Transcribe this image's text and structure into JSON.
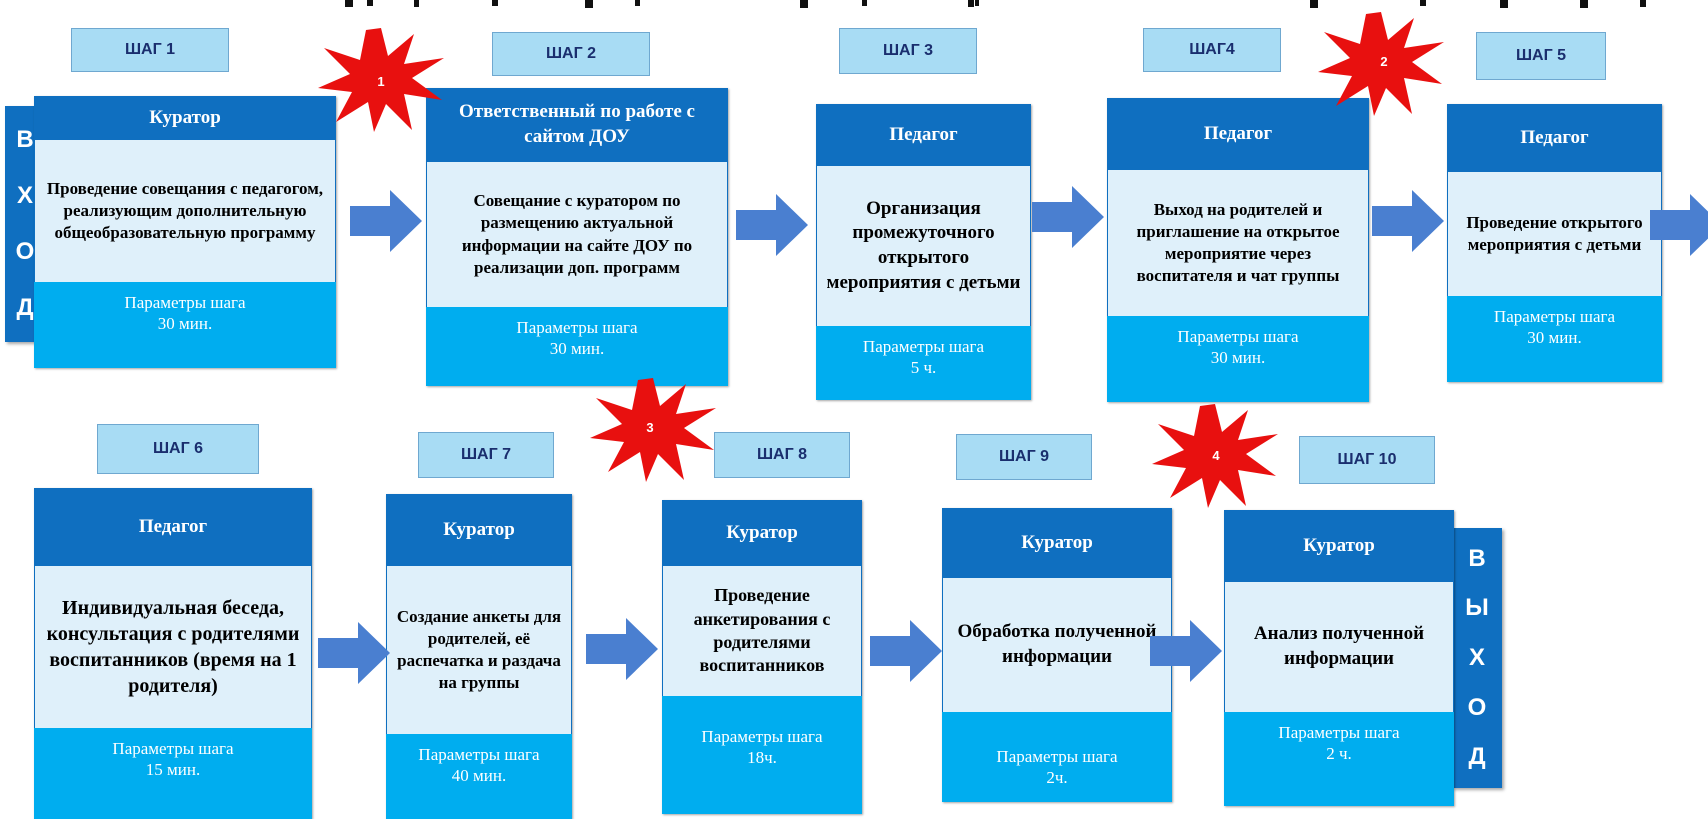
{
  "entry": {
    "letters": [
      "В",
      "Х",
      "О",
      "Д"
    ]
  },
  "exit": {
    "letters": [
      "В",
      "Ы",
      "Х",
      "О",
      "Д"
    ]
  },
  "steps": [
    {
      "label": "ШАГ 1",
      "role": "Куратор",
      "text": "Проведение совещания с педагогом, реализующим дополнительную общеобразовательную программу",
      "params": "Параметры шага",
      "time": "30 мин."
    },
    {
      "label": "ШАГ 2",
      "role": "Ответственный по работе с сайтом ДОУ",
      "text": "Совещание с куратором по размещению актуальной информации на сайте ДОУ по реализации доп. программ",
      "params": "Параметры шага",
      "time": "30 мин."
    },
    {
      "label": "ШАГ 3",
      "role": "Педагог",
      "text": "Организация промежуточного открытого мероприятия с детьми",
      "params": "Параметры шага",
      "time": "5 ч."
    },
    {
      "label": "ШАГ4",
      "role": "Педагог",
      "text": "Выход на родителей и приглашение на открытое мероприятие через воспитателя и чат группы",
      "params": "Параметры шага",
      "time": "30 мин."
    },
    {
      "label": "ШАГ 5",
      "role": "Педагог",
      "text": "Проведение открытого мероприятия с детьми",
      "params": "Параметры шага",
      "time": "30 мин."
    },
    {
      "label": "ШАГ 6",
      "role": "Педагог",
      "text": "Индивидуальная беседа, консультация с родителями воспитанников (время на 1 родителя)",
      "params": "Параметры шага",
      "time": "15 мин."
    },
    {
      "label": "ШАГ 7",
      "role": "Куратор",
      "text": "Создание анкеты для родителей, её распечатка и раздача на группы",
      "params": "Параметры шага",
      "time": "40 мин."
    },
    {
      "label": "ШАГ 8",
      "role": "Куратор",
      "text": "Проведение анкетирования с родителями воспитанников",
      "params": "Параметры шага",
      "time": "18ч."
    },
    {
      "label": "ШАГ 9",
      "role": "Куратор",
      "text": "Обработка полученной информации",
      "params": "Параметры шага",
      "time": "2ч."
    },
    {
      "label": "ШАГ 10",
      "role": "Куратор",
      "text": "Анализ полученной информации",
      "params": "Параметры шага",
      "time": "2 ч."
    }
  ],
  "problems": [
    "1",
    "2",
    "3",
    "4"
  ],
  "colors": {
    "role": "#0f6fc0",
    "body": "#dff0fa",
    "params": "#00adef",
    "label": "#a8dcf4",
    "arrow": "#4a7fd0",
    "star": "#e8100f"
  }
}
